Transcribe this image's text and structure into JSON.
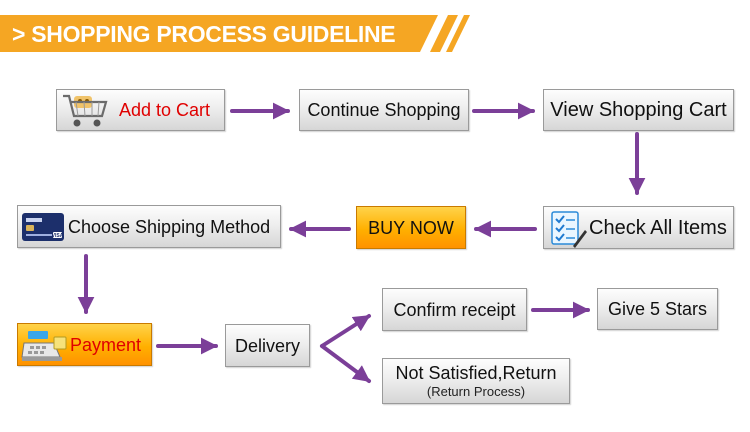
{
  "header": {
    "prefix": ">",
    "title": "SHOPPING PROCESS GUIDELINE",
    "bar_color": "#f5a623"
  },
  "steps": {
    "add_to_cart": "Add to Cart",
    "continue_shopping": "Continue Shopping",
    "view_shopping_cart": "View Shopping Cart",
    "check_all_items": "Check All Items",
    "buy_now": "BUY NOW",
    "choose_shipping_method": "Choose Shipping Method",
    "payment": "Payment",
    "delivery": "Delivery",
    "confirm_receipt": "Confirm receipt",
    "give_5_stars": "Give 5 Stars",
    "not_satisfied_return": "Not Satisfied,Return",
    "return_process": "(Return Process)"
  },
  "colors": {
    "arrow": "#7b3f98",
    "accent_orange": "#ffb000",
    "highlight_text_red": "#e00000"
  },
  "icons": [
    "shopping-cart-icon",
    "checklist-icon",
    "credit-card-icon",
    "cash-register-icon"
  ]
}
